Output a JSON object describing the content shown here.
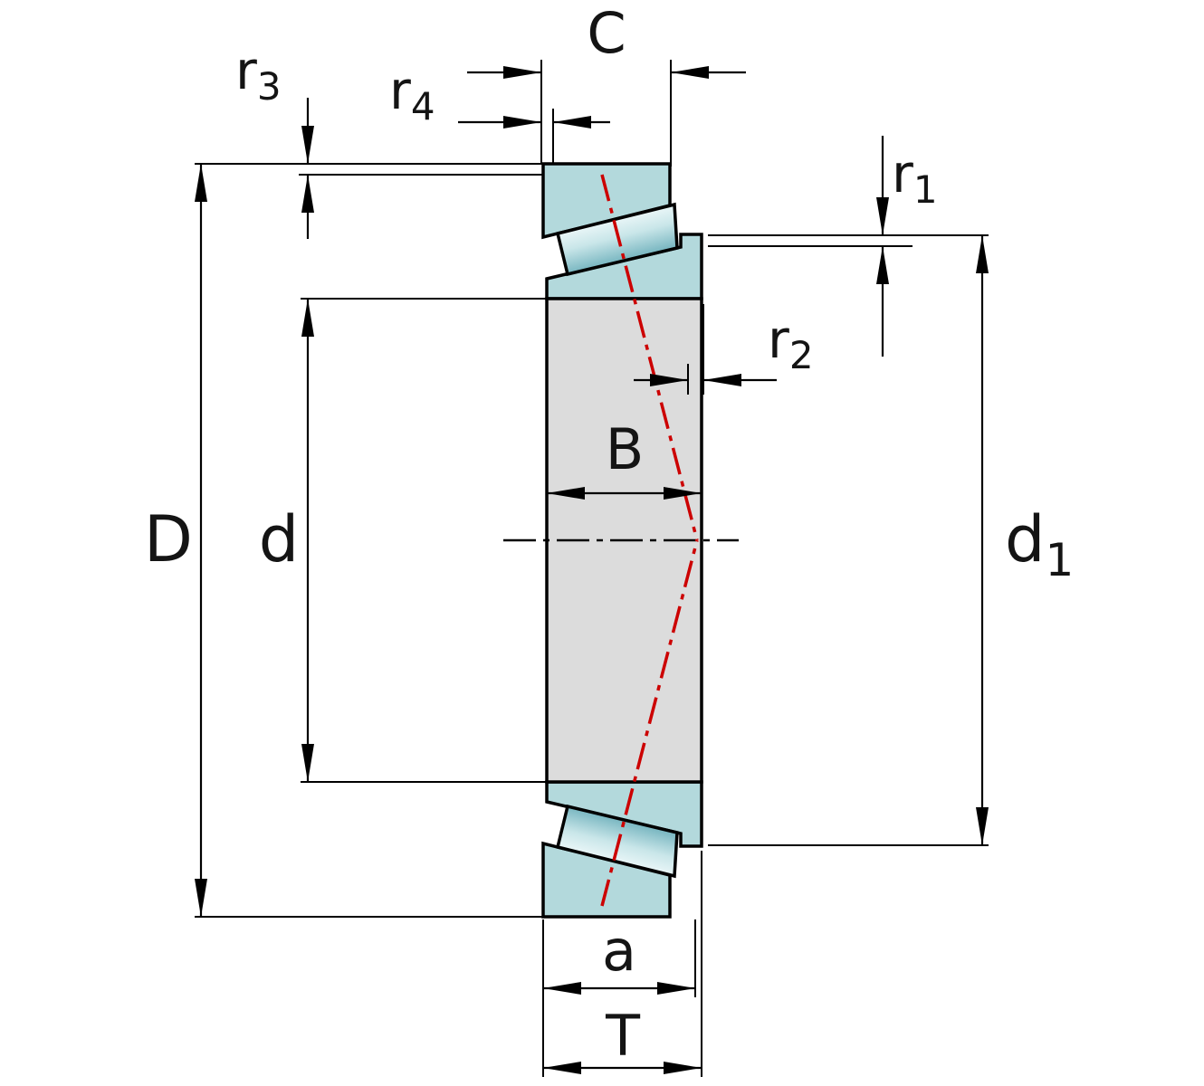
{
  "figure": {
    "subject": "tapered roller bearing cross-section dimension drawing"
  },
  "labels": {
    "D": "D",
    "d": "d",
    "B": "B",
    "C": "C",
    "T": "T",
    "a": "a",
    "d1": {
      "base": "d",
      "sub": "1"
    },
    "r1": {
      "base": "r",
      "sub": "1"
    },
    "r2": {
      "base": "r",
      "sub": "2"
    },
    "r3": {
      "base": "r",
      "sub": "3"
    },
    "r4": {
      "base": "r",
      "sub": "4"
    }
  },
  "colors": {
    "ring_fill": "#b3d9dc",
    "section_fill": "#dcdcdc",
    "roller_light": "#f2fafb",
    "roller_mid": "#c9e6e9",
    "roller_dark": "#7db9c3",
    "outline": "#000000",
    "dimension": "#141414",
    "pressure_line": "#cc0000"
  }
}
